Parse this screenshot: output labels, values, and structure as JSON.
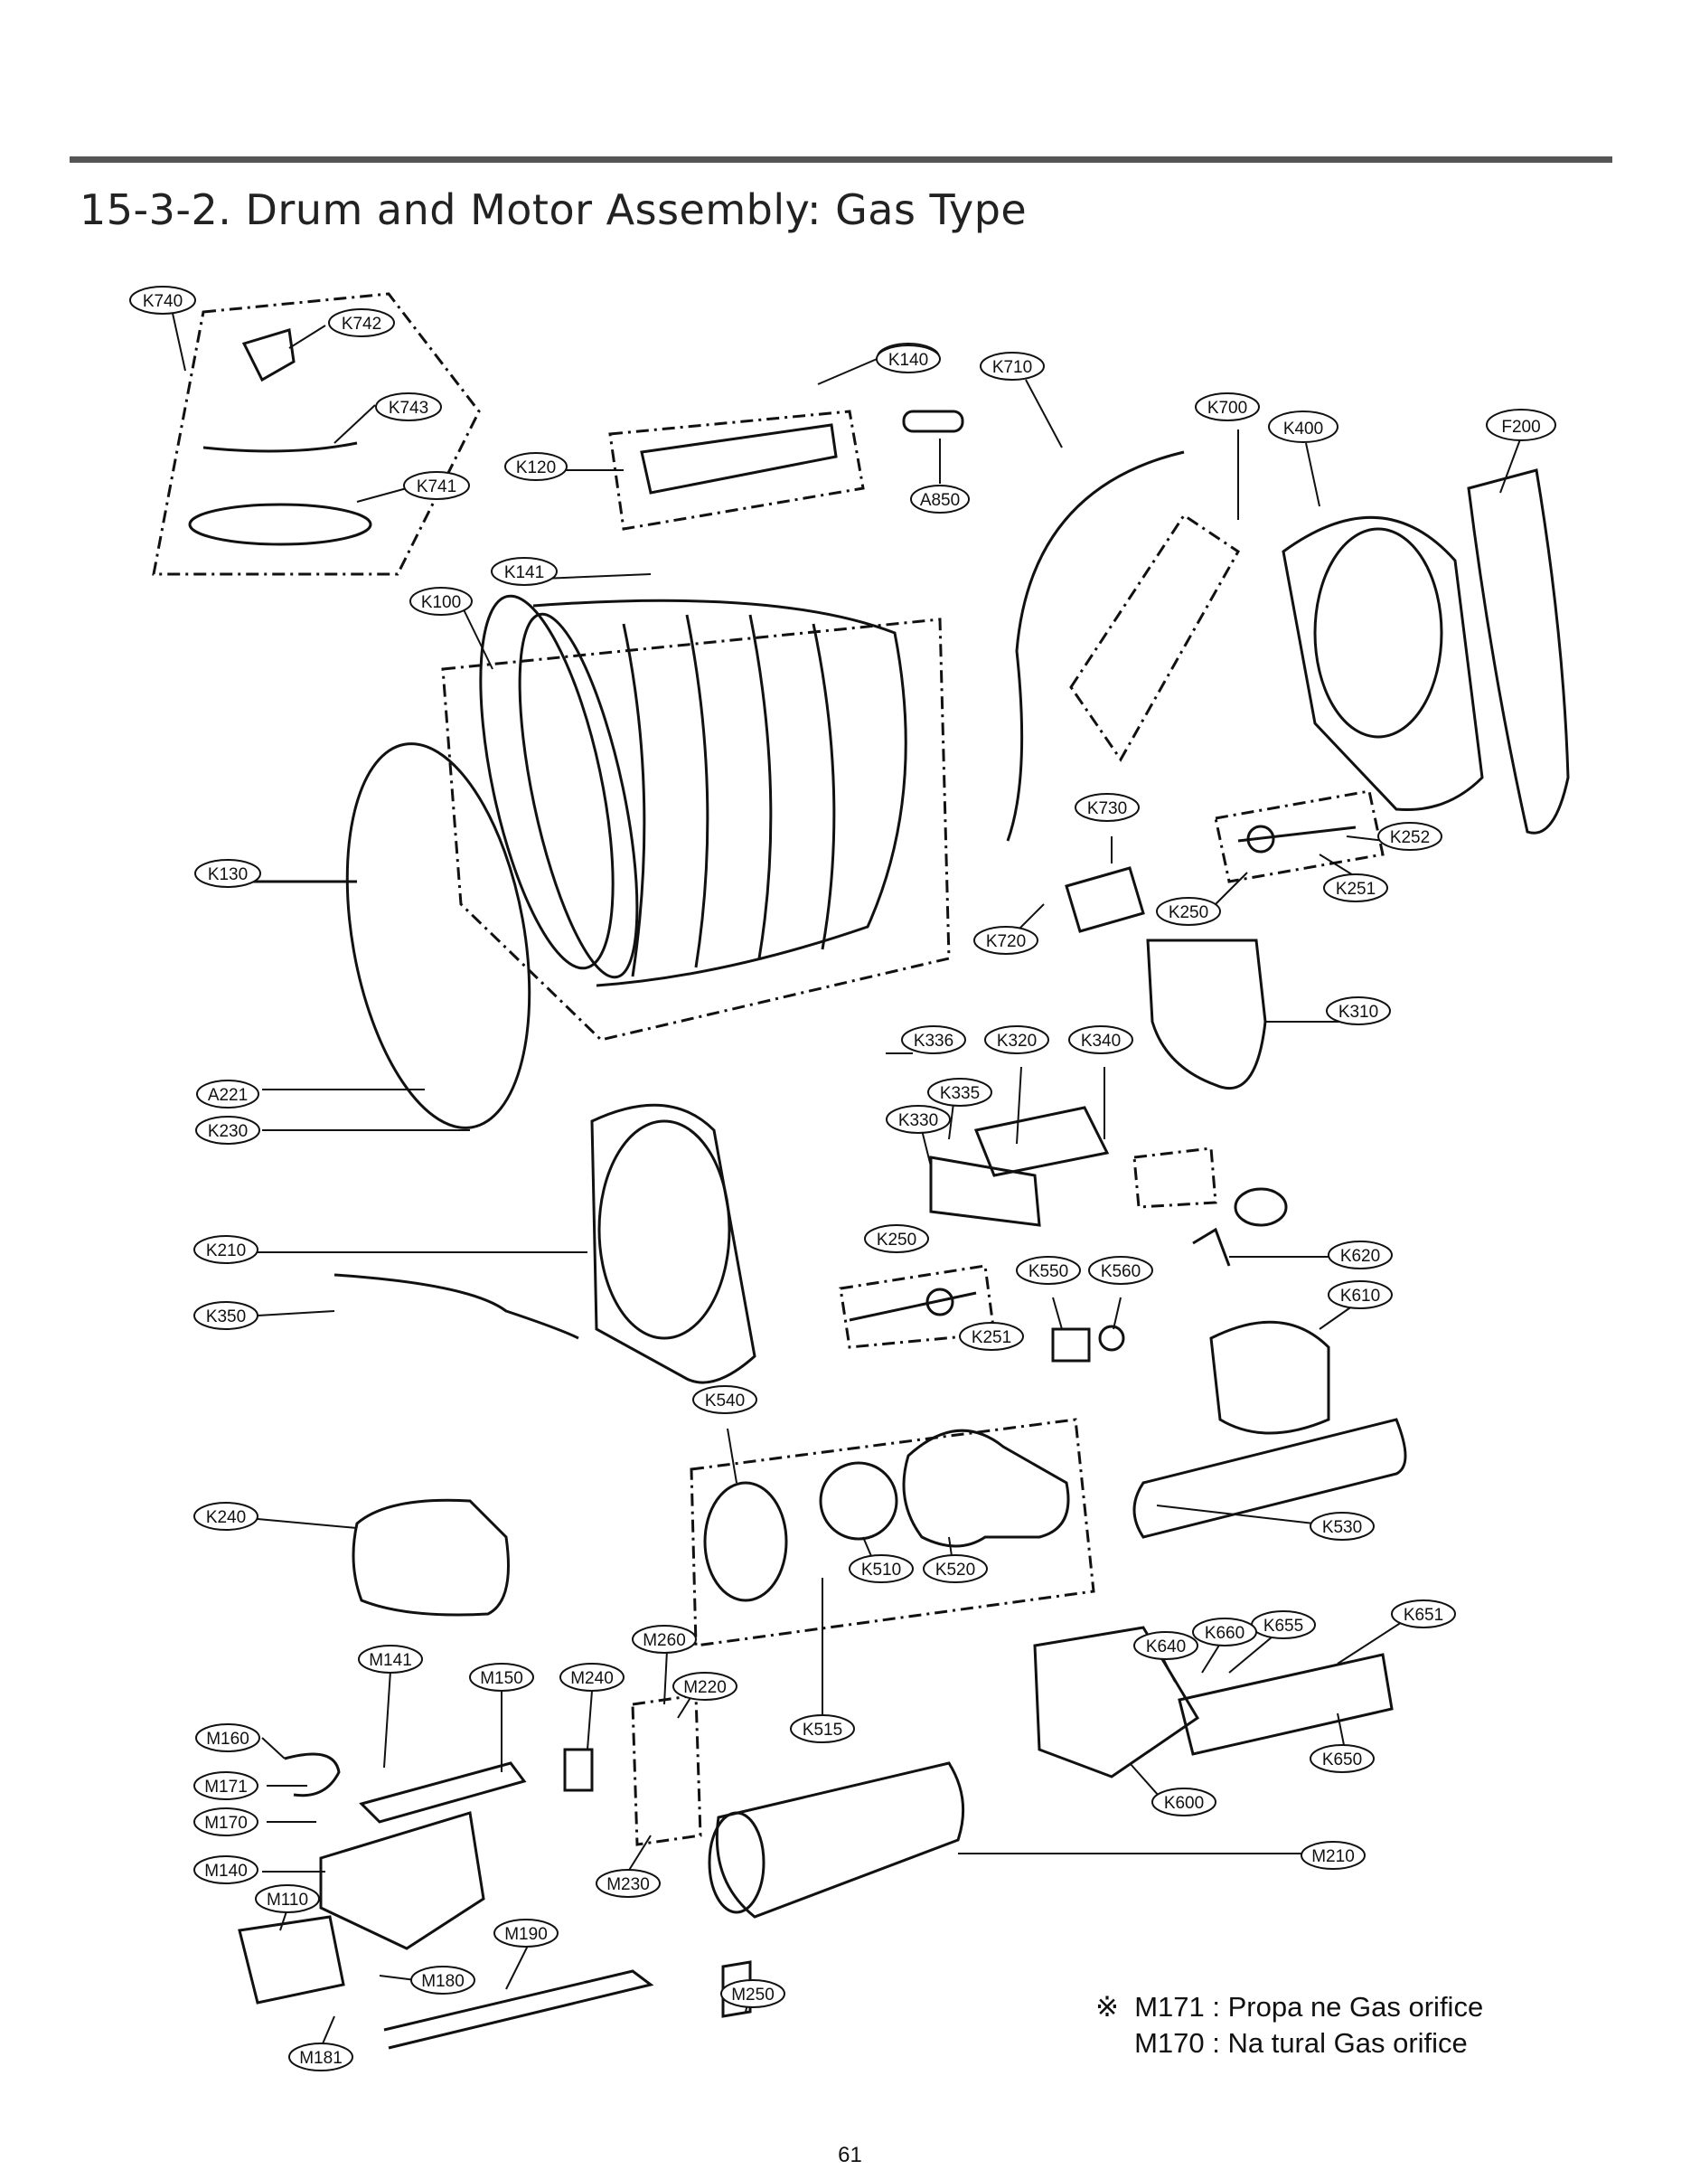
{
  "section_title": "15-3-2. Drum and Motor Assembly: Gas Type",
  "parts": [
    "K740",
    "K742",
    "K743",
    "K741",
    "K120",
    "K141",
    "K100",
    "K140",
    "A850",
    "K710",
    "K700",
    "K400",
    "F200",
    "K130",
    "K730",
    "K252",
    "K251",
    "K250",
    "K720",
    "K310",
    "K336",
    "K320",
    "K340",
    "A221",
    "K335",
    "K330",
    "K230",
    "K620",
    "K210",
    "K610",
    "K550",
    "K560",
    "K350",
    "K540",
    "K240",
    "K530",
    "K510",
    "K520",
    "K651",
    "K655",
    "K660",
    "K640",
    "M260",
    "M141",
    "M150",
    "M240",
    "M220",
    "K515",
    "M160",
    "K650",
    "M171",
    "M170",
    "K600",
    "M140",
    "M210",
    "M230",
    "M110",
    "M190",
    "M180",
    "M250",
    "M181"
  ],
  "note": {
    "mark": "※",
    "line1": "M171 : Propa ne Gas orifice",
    "line2": "M170 : Na tural Gas orifice"
  },
  "page_number": "61"
}
